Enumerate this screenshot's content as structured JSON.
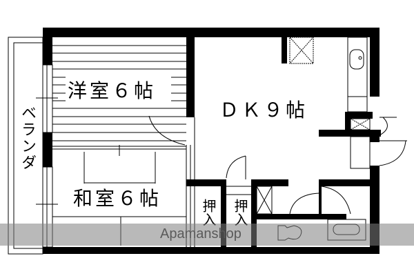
{
  "floor_plan": {
    "rooms": [
      {
        "id": "western-room",
        "label": "洋室６帖",
        "type": "Western-style room",
        "size_jo": 6
      },
      {
        "id": "japanese-room",
        "label": "和室６帖",
        "type": "Japanese-style room",
        "size_jo": 6
      },
      {
        "id": "dining-kitchen",
        "label": "ＤＫ９帖",
        "type": "Dining kitchen",
        "size_jo": 9
      },
      {
        "id": "veranda",
        "label": "ベランダ",
        "type": "Veranda"
      },
      {
        "id": "closet-1",
        "label": "押入",
        "type": "Closet"
      },
      {
        "id": "closet-2",
        "label": "押入",
        "type": "Closet"
      }
    ],
    "fixtures": [
      "sink",
      "storage-x-box",
      "toilet",
      "bathtub"
    ],
    "watermark": "Apamanshop",
    "colors": {
      "wall": "#000000",
      "background": "#ffffff",
      "watermark_band": "#808080"
    }
  }
}
